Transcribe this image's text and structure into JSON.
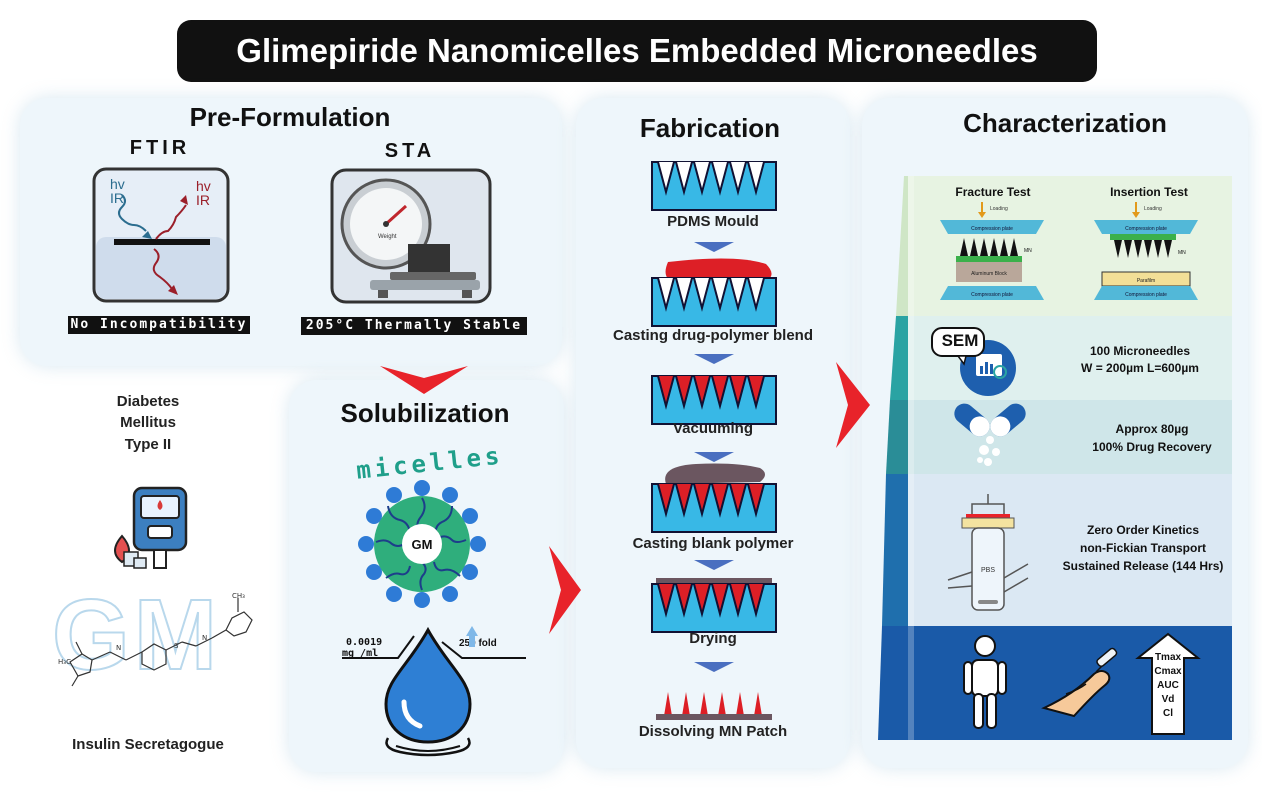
{
  "title": "Glimepiride Nanomicelles Embedded Microneedles",
  "preformulation": {
    "heading": "Pre-Formulation",
    "ftir": {
      "label": "FTIR",
      "hv_left": "hv",
      "ir_left": "IR",
      "hv_right": "hv",
      "ir_right": "IR",
      "badge": "No Incompatibility"
    },
    "sta": {
      "label": "STA",
      "gauge_text": "Weight",
      "badge": "205°C Thermally Stable"
    }
  },
  "left_column": {
    "disease": [
      "Diabetes",
      "Mellitus",
      "Type II"
    ],
    "gm_logo": "GM",
    "caption": "Insulin Secretagogue"
  },
  "solubilization": {
    "heading": "Solubilization",
    "micelles_text": "micelles",
    "core_label": "GM",
    "solubility_line1": "0.0019",
    "solubility_line2": "mg /ml",
    "fold_increase": "250 fold"
  },
  "fabrication": {
    "heading": "Fabrication",
    "steps": [
      "PDMS Mould",
      "Casting drug-polymer blend",
      "Vacuuming",
      "Casting blank polymer",
      "Drying",
      "Dissolving MN Patch"
    ]
  },
  "characterization": {
    "heading": "Characterization",
    "fracture": {
      "title": "Fracture Test",
      "loading": "Loading",
      "top_plate": "Compression plate",
      "mn": "MN",
      "block": "Aluminum Block",
      "bottom_plate": "Compression plate"
    },
    "insertion": {
      "title": "Insertion Test",
      "loading": "Loading",
      "top_plate": "Compression plate",
      "mn": "MN",
      "block": "Parafilm",
      "bottom_plate": "Compression plate"
    },
    "sem": {
      "label": "SEM",
      "line1": "100 Microneedles",
      "line2": "W = 200µm  L=600µm"
    },
    "drug": {
      "line1": "Approx 80µg",
      "line2": "100% Drug Recovery"
    },
    "release": {
      "pbs": "PBS",
      "line1": "Zero Order Kinetics",
      "line2": "non-Fickian Transport",
      "line3": "Sustained Release (144 Hrs)"
    },
    "pk": [
      "Tmax",
      "Cmax",
      "AUC",
      "Vd",
      "Cl"
    ]
  },
  "colors": {
    "tier1": "#cfe6c6",
    "tier2": "#2aa3a3",
    "tier3": "#2a8d97",
    "tier4": "#1f6fad",
    "tier5": "#1a5aa8",
    "mould": "#38b8e6",
    "red_arrow": "#e8232a",
    "blue_arrow": "#4a6fc0",
    "drug_blend": "#dd1f26",
    "blank_blend": "#6b5660"
  },
  "icons": [
    "ftir-icon",
    "scale-icon",
    "glucometer-icon",
    "molecule-icon",
    "micelle-icon",
    "droplet-icon",
    "capsule-icon",
    "franz-cell-icon",
    "human-icon",
    "arm-icon"
  ]
}
